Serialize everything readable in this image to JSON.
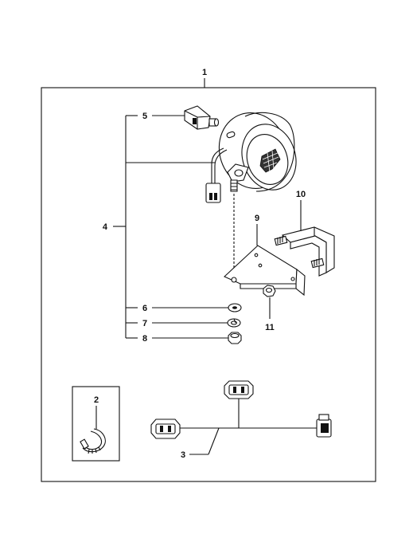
{
  "diagram": {
    "callouts": {
      "c1": "1",
      "c2": "2",
      "c3": "3",
      "c4": "4",
      "c5": "5",
      "c6": "6",
      "c7": "7",
      "c8": "8",
      "c9": "9",
      "c10": "10",
      "c11": "11"
    },
    "colors": {
      "line": "#111111",
      "background": "#ffffff"
    }
  }
}
